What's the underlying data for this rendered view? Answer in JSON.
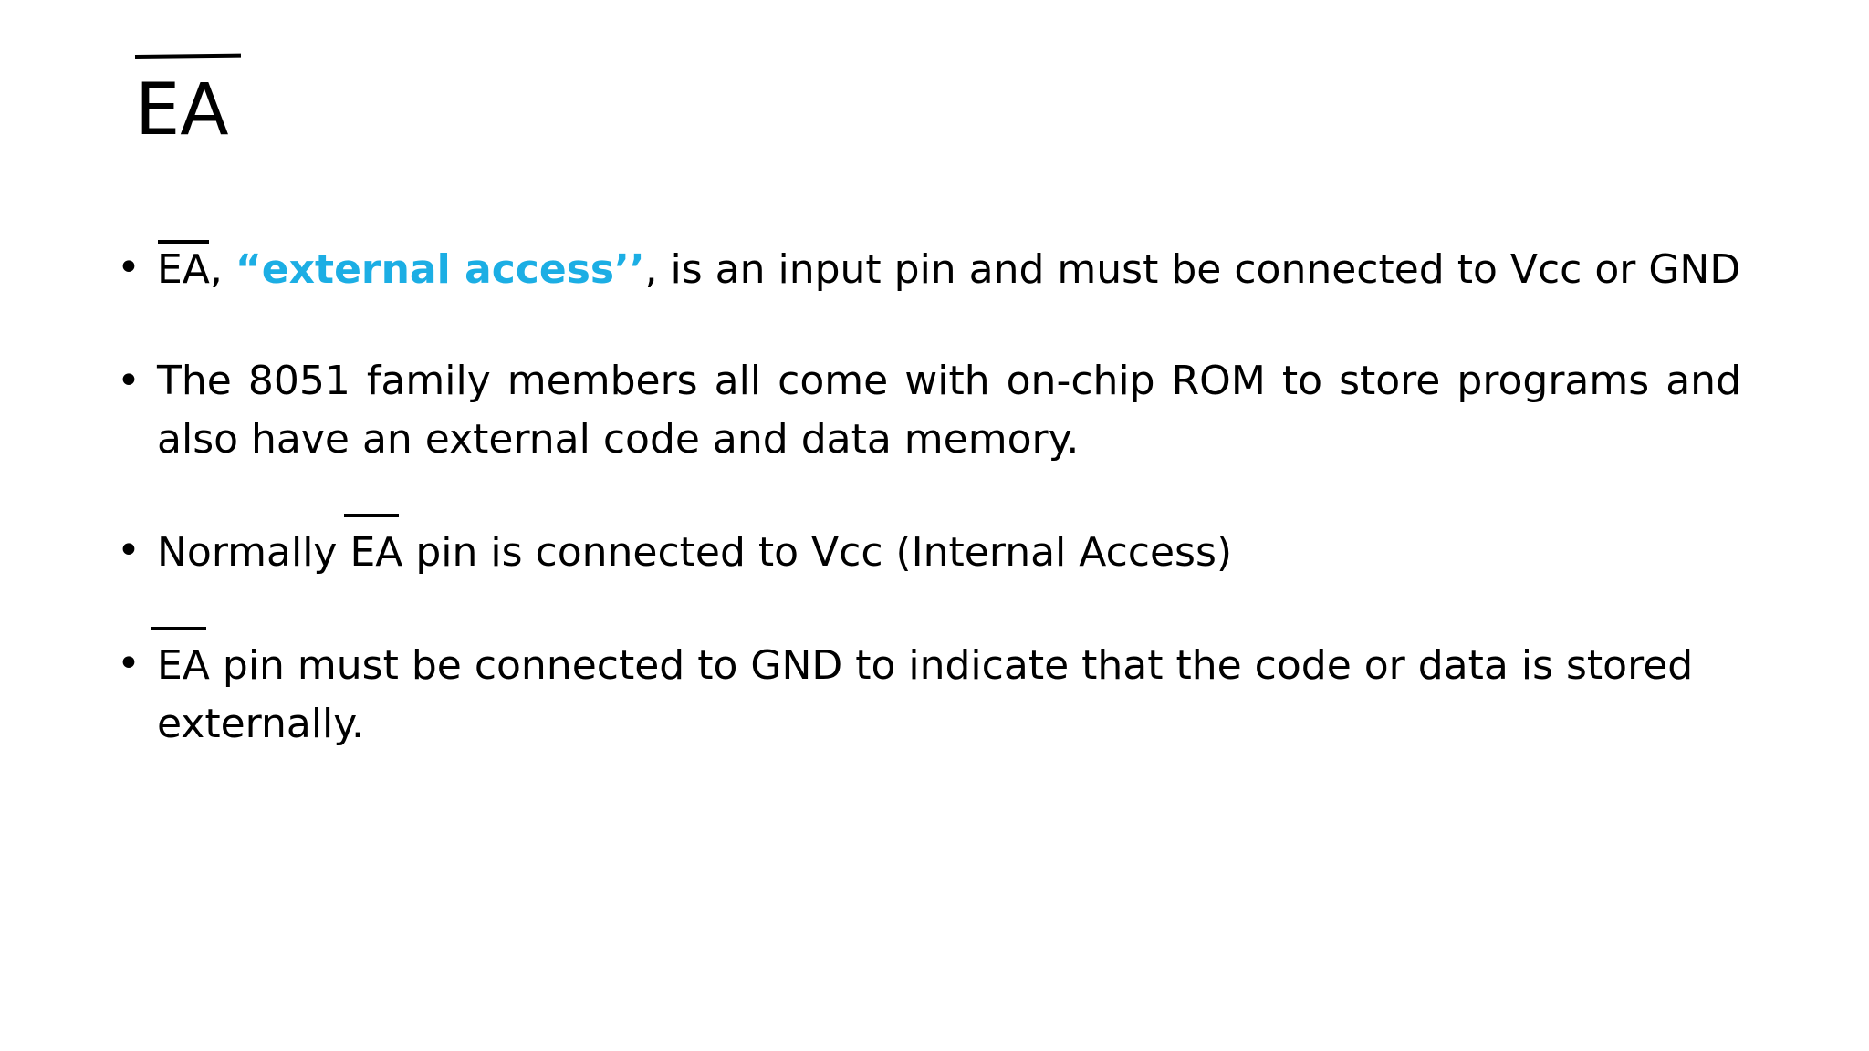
{
  "slide": {
    "background_color": "#FFFFFF",
    "text_color": "#000000",
    "accent_color": "#1CAEE4",
    "title": {
      "text": "EA",
      "overlined": true
    },
    "bullet_symbol": "•",
    "bullets": [
      {
        "id": "bullet-ea-external-access",
        "segments": {
          "lead_overline": "EA",
          "after_overline": ", ",
          "accent": "“external access’’",
          "rest": ", is an input pin and must be connected to Vcc or GND"
        },
        "plain_text": "EA, “external access’’, is an input pin and must be connected to Vcc or GND"
      },
      {
        "id": "bullet-8051-onchip-rom",
        "segments": {
          "rest": "The 8051 family members all come with on-chip ROM to store programs and also have an external code and data memory."
        },
        "plain_text": "The 8051 family members all come with on-chip ROM to store programs and also have an external code and data memory."
      },
      {
        "id": "bullet-normally-vcc",
        "segments": {
          "prefix": "Normally ",
          "overline": "EA",
          "rest": " pin is connected to Vcc (Internal Access)"
        },
        "plain_text": "Normally EA pin is connected to Vcc (Internal Access)"
      },
      {
        "id": "bullet-gnd-external",
        "segments": {
          "lead_overline": "EA",
          "rest": " pin must be connected to GND to indicate that the code or data is stored externally."
        },
        "plain_text": "EA pin must be connected to GND to indicate that the code or data is stored externally."
      }
    ]
  }
}
